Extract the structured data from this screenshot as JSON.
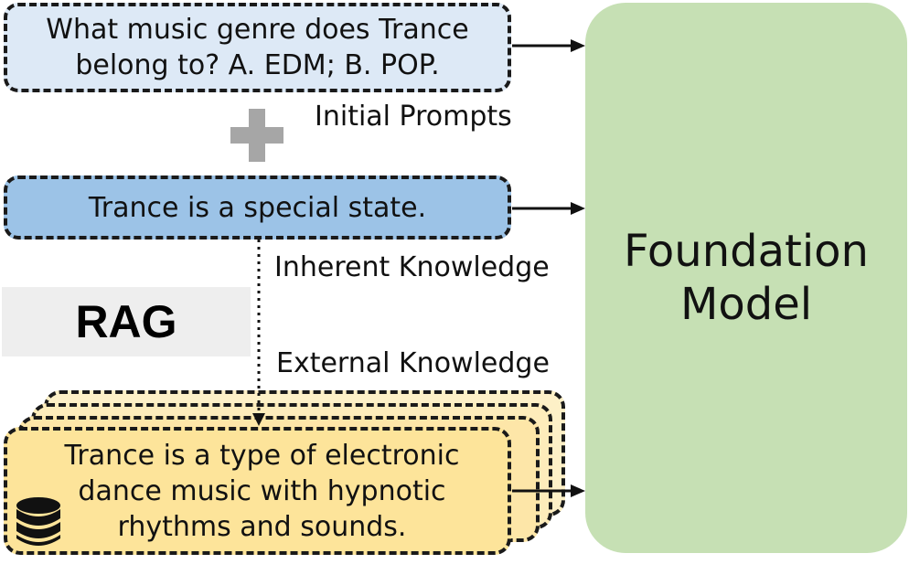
{
  "query": {
    "text_line1": "What music genre does Trance",
    "text_line2": "belong to? A. EDM; B. POP."
  },
  "initial_prompts_label": "Initial Prompts",
  "plus_icon": "plus-icon",
  "inherent": {
    "text": "Trance is a special state.",
    "label": "Inherent Knowledge"
  },
  "rag_label": "RAG",
  "external": {
    "label": "External Knowledge",
    "text_line1": "Trance is a type of electronic",
    "text_line2": "dance music with hypnotic",
    "text_line3": "rhythms and sounds.",
    "icon": "database-icon"
  },
  "foundation_model": {
    "line1": "Foundation",
    "line2": "Model"
  },
  "colors": {
    "query_fill": "#dde9f6",
    "inherent_fill": "#9cc3e7",
    "external_fill": "#fde49a",
    "model_fill": "#c6e0b4",
    "plus": "#a6a6a6",
    "rag_bg": "#eeeeee"
  }
}
